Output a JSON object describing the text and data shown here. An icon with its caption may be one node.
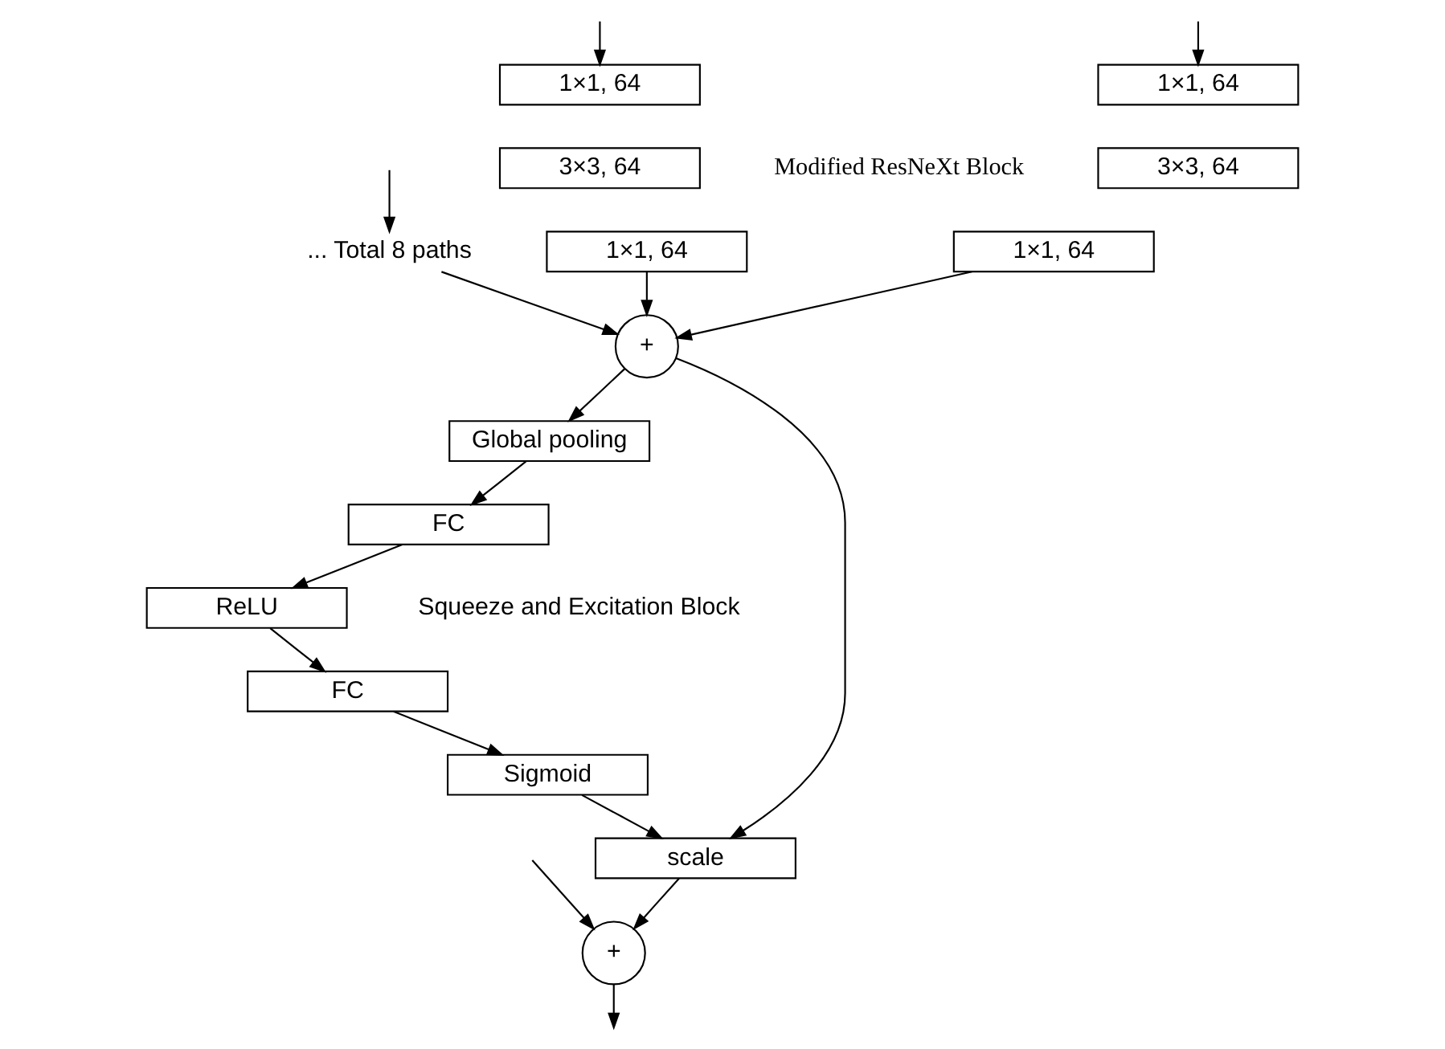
{
  "diagram": {
    "nodes": [
      {
        "text": [
          "1×1, 64"
        ]
      },
      {
        "text": [
          "3×3, 64"
        ]
      },
      {
        "text": [
          "1×1, 64"
        ]
      },
      {
        "text": [
          "... Total 8 paths"
        ]
      },
      {
        "text": [
          "1×1, 64"
        ]
      },
      {
        "text": [
          "3×3, 64"
        ]
      },
      {
        "text": [
          "1×1, 64"
        ]
      },
      {
        "text": [
          "+"
        ]
      },
      {
        "text": [
          "Global pooling"
        ]
      },
      {
        "text": [
          "FC"
        ]
      },
      {
        "text": [
          "ReLU"
        ]
      },
      {
        "text": [
          "FC"
        ]
      },
      {
        "text": [
          "Sigmoid"
        ]
      },
      {
        "text": [
          "scale"
        ]
      },
      {
        "text": [
          "+"
        ]
      }
    ],
    "edges": [
      {
        "from": null,
        "to": 0,
        "arrow": "to"
      },
      {
        "from": null,
        "to": 3,
        "arrow": "to"
      },
      {
        "from": null,
        "to": 4,
        "arrow": "to"
      },
      {
        "from": null,
        "to": 14,
        "arrow": "to"
      },
      {
        "from": 2,
        "to": 7,
        "arrow": "to"
      },
      {
        "from": 3,
        "to": 7,
        "arrow": "to"
      },
      {
        "from": 6,
        "to": 7,
        "arrow": "to"
      },
      {
        "from": 7,
        "to": 8,
        "arrow": "to"
      },
      {
        "from": 7,
        "to": 13,
        "arrow": "to"
      },
      {
        "from": 8,
        "to": 9,
        "arrow": "to"
      },
      {
        "from": 9,
        "to": 10,
        "arrow": "to"
      },
      {
        "from": 10,
        "to": 11,
        "arrow": "to"
      },
      {
        "from": 11,
        "to": 12,
        "arrow": "to"
      },
      {
        "from": 12,
        "to": 13,
        "arrow": "to"
      },
      {
        "from": 13,
        "to": 14,
        "arrow": "to"
      },
      {
        "from": 14,
        "to": null,
        "arrow": "to"
      }
    ],
    "labels": [
      "Modified ResNeXt Block",
      "Squeeze and Excitation Block"
    ]
  }
}
